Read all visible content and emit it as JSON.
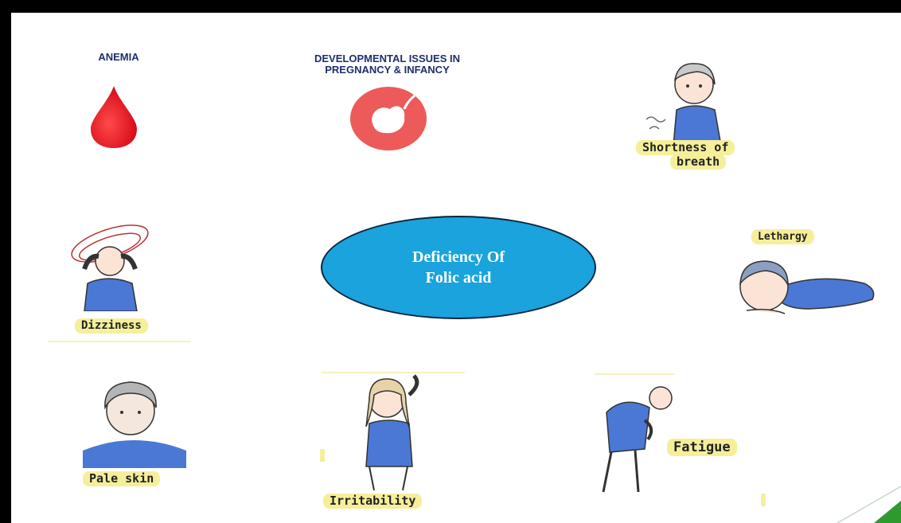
{
  "center": {
    "line1": "Deficiency Of",
    "line2": "Folic acid"
  },
  "nodes": {
    "anemia": "ANEMIA",
    "developmental_line1": "DEVELOPMENTAL ISSUES IN",
    "developmental_line2": "PREGNANCY & INFANCY",
    "shortness_line1": "Shortness of",
    "shortness_line2": "breath",
    "lethargy": "Lethargy",
    "dizziness": "Dizziness",
    "pale_skin": "Pale skin",
    "irritability": "Irritability",
    "fatigue": "Fatigue"
  },
  "colors": {
    "center_fill": "#1aa3dc",
    "label_highlight": "#f6ef9a",
    "heading_text": "#1f2e6b",
    "blood_drop": "#e0101a",
    "fetus_circle": "#ec5a5a",
    "figure_shirt": "#4a78d4",
    "accent_green": "#2e9a2e"
  },
  "icons": [
    "blood-drop-icon",
    "fetus-icon",
    "breathless-person-icon",
    "lethargic-child-icon",
    "dizzy-person-icon",
    "pale-person-icon",
    "irritable-girl-icon",
    "fatigued-man-icon"
  ]
}
